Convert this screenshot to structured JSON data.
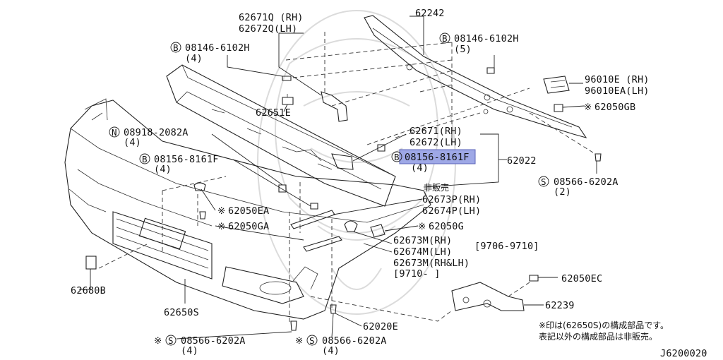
{
  "diagram_id": "J6200020",
  "callouts": {
    "c62671q": "62671Q (RH)",
    "c62672q": "62672Q(LH)",
    "c62242": "62242",
    "b_08146_a": "08146-6102H",
    "b_08146_a_qty": "(4)",
    "b_08146_b": "08146-6102H",
    "b_08146_b_qty": "(5)",
    "c96010e": "96010E (RH)",
    "c96010ea": "96010EA(LH)",
    "c62651e": "62651E",
    "c62050gb": "62050GB",
    "n_08918": "08918-2082A",
    "n_08918_qty": "(4)",
    "c62671": "62671(RH)",
    "c62672": "62672(LH)",
    "b_08156_a": "08156-8161F",
    "b_08156_a_qty": "(4)",
    "b_08156_b": "08156-8161F",
    "b_08156_b_qty": "(4)",
    "c62022": "62022",
    "s_08566_a": "08566-6202A",
    "s_08566_a_qty": "(2)",
    "not_sold": "非販売",
    "c62673p": "62673P(RH)",
    "c62674p": "62674P(LH)",
    "c62050ea": "62050EA",
    "c62050ga": "62050GA",
    "c62050g": "62050G",
    "c62673m": "62673M(RH)",
    "c62674m": "62674M(LH)",
    "date_range_1": "[9706-9710]",
    "c62673m_both": "62673M(RH&LH)",
    "date_range_2": "[9710-      ]",
    "c62680b": "62680B",
    "c62050ec": "62050EC",
    "c62650s": "62650S",
    "c62239": "62239",
    "c62020e": "62020E",
    "s_08566_b": "08566-6202A",
    "s_08566_b_qty": "(4)",
    "s_08566_c": "08566-6202A",
    "s_08566_c_qty": "(4)"
  },
  "markers": {
    "b": "B",
    "n": "N",
    "s": "S",
    "asterisk": "※"
  },
  "notes": {
    "line1": "※印は(62650S)の構成部品です。",
    "line2": "表記以外の構成部品は非販売。"
  },
  "highlight_color": "#9ea8e6"
}
